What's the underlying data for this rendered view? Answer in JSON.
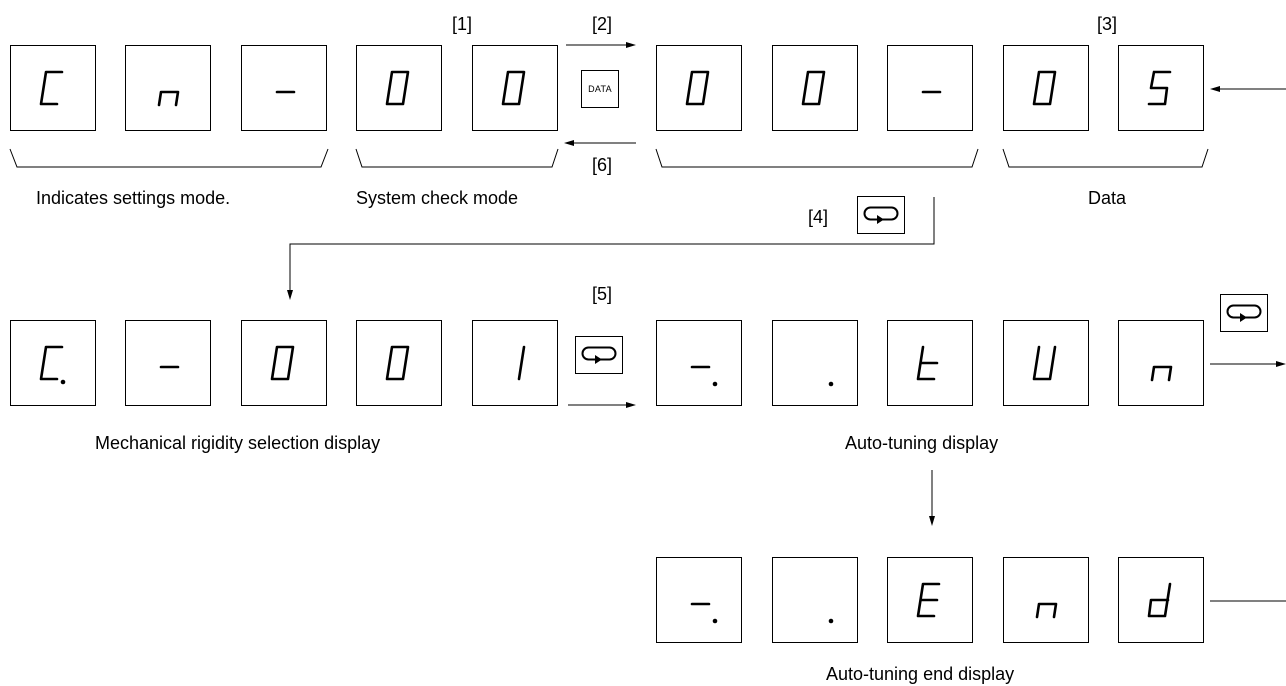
{
  "keys": {
    "data": "DATA"
  },
  "steps": {
    "s1": "[1]",
    "s2": "[2]",
    "s3": "[3]",
    "s4": "[4]",
    "s5": "[5]",
    "s6": "[6]"
  },
  "labels": {
    "settings_mode": "Indicates settings mode.",
    "system_check": "System check mode",
    "data": "Data",
    "rigidity": "Mechanical rigidity selection display",
    "autotune": "Auto-tuning display",
    "autotune_end": "Auto-tuning end display"
  },
  "displays": {
    "row1_left": [
      "C",
      "n",
      "-",
      "0",
      "0"
    ],
    "row1_right": [
      "0",
      "0",
      "-",
      "0",
      "5"
    ],
    "row2_left": [
      "C.",
      "-",
      "0",
      "0",
      "1"
    ],
    "row2_right": [
      "-.",
      ".",
      "t",
      "U",
      "n"
    ],
    "row3": [
      "-.",
      ".",
      "E",
      "n",
      "d"
    ]
  },
  "icons": {
    "enter": "return-arrow-icon"
  }
}
